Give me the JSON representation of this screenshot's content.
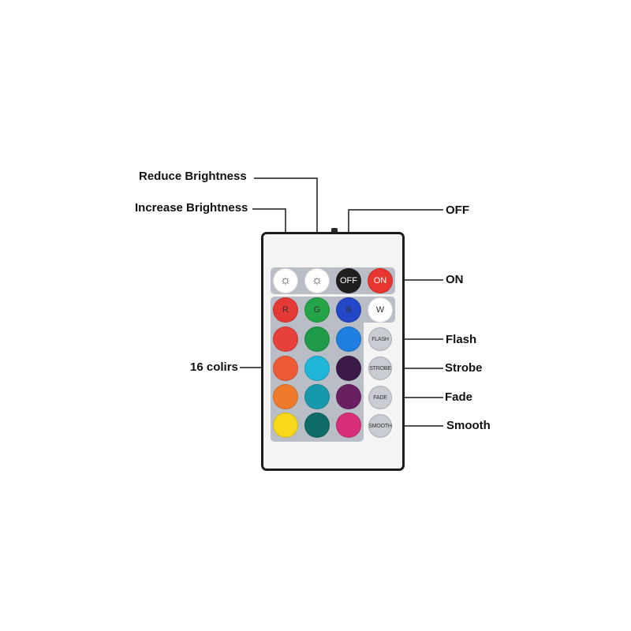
{
  "callouts": {
    "reduce_brightness": "Reduce Brightness",
    "increase_brightness": "Increase Brightness",
    "off": "OFF",
    "on": "ON",
    "flash": "Flash",
    "strobe": "Strobe",
    "fade": "Fade",
    "smooth": "Smooth",
    "colors": "16 colirs"
  },
  "remote": {
    "top_row": [
      {
        "name": "increase-brightness-button",
        "icon": "sun-icon",
        "label": "",
        "color": "#ffffff"
      },
      {
        "name": "reduce-brightness-button",
        "icon": "sun-icon",
        "label": "",
        "color": "#ffffff"
      },
      {
        "name": "off-button",
        "label": "OFF",
        "color": "#1f1f1f",
        "text_color": "#ffffff"
      },
      {
        "name": "on-button",
        "label": "ON",
        "color": "#e6362f",
        "text_color": "#ffffff"
      }
    ],
    "rgbw_row": [
      {
        "name": "red-button",
        "label": "R",
        "color": "#e53935"
      },
      {
        "name": "green-button",
        "label": "G",
        "color": "#22a447"
      },
      {
        "name": "blue-button",
        "label": "B",
        "color": "#2446c8"
      },
      {
        "name": "white-button",
        "label": "W",
        "color": "#ffffff"
      }
    ],
    "color_grid": [
      [
        "#e8403a",
        "#1f9a48",
        "#1e7fe0"
      ],
      [
        "#ee5a35",
        "#20b6d8",
        "#3b1a4a"
      ],
      [
        "#f07a2c",
        "#169aab",
        "#6a1f63"
      ],
      [
        "#f7d81a",
        "#0e6b66",
        "#d82e7a"
      ]
    ],
    "mode_buttons": [
      {
        "name": "flash-button",
        "label": "FLASH"
      },
      {
        "name": "strobe-button",
        "label": "STROBE"
      },
      {
        "name": "fade-button",
        "label": "FADE"
      },
      {
        "name": "smooth-button",
        "label": "SMOOTH"
      }
    ],
    "colors": {
      "panel": "#b9bdc6",
      "mode_button": "#c9ccd3",
      "body": "#f4f4f4",
      "frame": "#1c1c1c"
    }
  }
}
